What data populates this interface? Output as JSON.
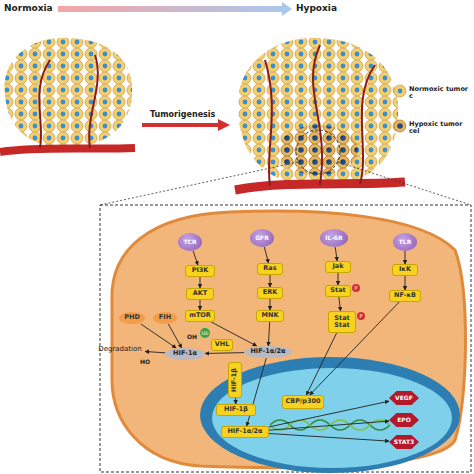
{
  "diagram": {
    "nodes": [
      {
        "text": [
          "TCR"
        ]
      },
      {
        "text": [
          "GFR"
        ]
      },
      {
        "text": [
          "IL-6R"
        ]
      },
      {
        "text": [
          "TLR"
        ]
      },
      {
        "text": [
          "PI3K"
        ]
      },
      {
        "text": [
          "AKT"
        ]
      },
      {
        "text": [
          "mTOR"
        ]
      },
      {
        "text": [
          "Ras"
        ]
      },
      {
        "text": [
          "ERK"
        ]
      },
      {
        "text": [
          "MNK"
        ]
      },
      {
        "text": [
          "Jak"
        ]
      },
      {
        "text": [
          "Stat"
        ]
      },
      {
        "text": [
          "Stat",
          "Stat"
        ]
      },
      {
        "text": [
          "IκK"
        ]
      },
      {
        "text": [
          "NF-κB"
        ]
      },
      {
        "text": [
          "PHD"
        ]
      },
      {
        "text": [
          "FIH"
        ]
      },
      {
        "text": [
          "VHL"
        ]
      },
      {
        "text": [
          "HIF-1α"
        ]
      },
      {
        "text": [
          "HIF-1α/2α"
        ]
      },
      {
        "text": [
          "Degradation"
        ]
      },
      {
        "text": [
          "HIF-1β"
        ]
      },
      {
        "text": [
          "HIF-1β"
        ]
      },
      {
        "text": [
          "HIF-1α/2α"
        ]
      },
      {
        "text": [
          "CBP/p300"
        ]
      },
      {
        "text": [
          "VEGF"
        ]
      },
      {
        "text": [
          "EPO"
        ]
      },
      {
        "text": [
          "STAT3"
        ]
      }
    ],
    "edges": [
      {
        "from": 0,
        "to": 4,
        "arrow": "to"
      },
      {
        "from": 4,
        "to": 5,
        "arrow": "to"
      },
      {
        "from": 5,
        "to": 6,
        "arrow": "to"
      },
      {
        "from": 6,
        "to": 19,
        "arrow": "to"
      },
      {
        "from": 1,
        "to": 7,
        "arrow": "to"
      },
      {
        "from": 7,
        "to": 8,
        "arrow": "to"
      },
      {
        "from": 8,
        "to": 9,
        "arrow": "to"
      },
      {
        "from": 9,
        "to": 19,
        "arrow": "to"
      },
      {
        "from": 2,
        "to": 10,
        "arrow": "to"
      },
      {
        "from": 10,
        "to": 11,
        "arrow": "to"
      },
      {
        "from": 11,
        "to": 12,
        "arrow": "to"
      },
      {
        "from": 12,
        "to": 24,
        "arrow": "to"
      },
      {
        "from": 3,
        "to": 13,
        "arrow": "to"
      },
      {
        "from": 13,
        "to": 14,
        "arrow": "to"
      },
      {
        "from": 14,
        "to": 24,
        "arrow": "to"
      },
      {
        "from": 15,
        "to": 18,
        "arrow": "to"
      },
      {
        "from": 16,
        "to": 18,
        "arrow": "to"
      },
      {
        "from": 19,
        "to": 18,
        "arrow": "to"
      },
      {
        "from": 18,
        "to": 20,
        "arrow": "to"
      },
      {
        "from": 19,
        "to": 23,
        "arrow": "to"
      },
      {
        "from": 21,
        "to": 22,
        "arrow": "to"
      },
      {
        "from": 23,
        "to": 25,
        "arrow": "to"
      },
      {
        "from": 23,
        "to": 26,
        "arrow": "to"
      },
      {
        "from": 23,
        "to": 27,
        "arrow": "to"
      }
    ],
    "labels": [
      "Normoxia",
      "Hypoxia",
      "Tumorigenesis",
      "HO",
      "OH",
      "Ub",
      "P",
      "P"
    ],
    "legend": [
      {
        "text": "Normoxic tumor c"
      },
      {
        "text": "Hypoxic tumor cel"
      }
    ]
  }
}
